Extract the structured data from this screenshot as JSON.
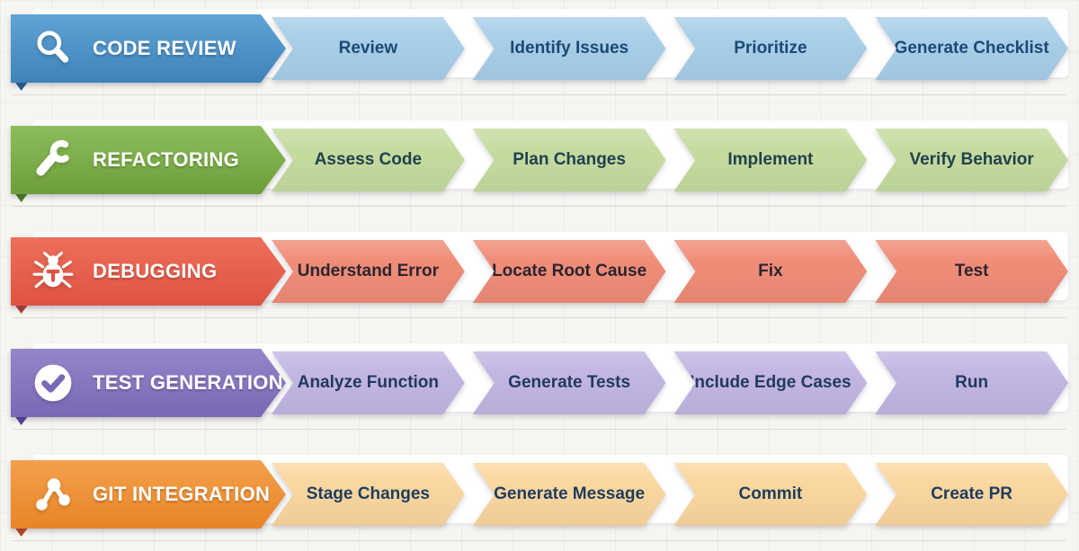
{
  "canvas": {
    "background": "#f7f5f1",
    "grid_line_color": "#e7e9ee",
    "divider_color": "#dbdad6",
    "backplate_color": "#ffffff"
  },
  "rows": [
    {
      "title": "CODE REVIEW",
      "icon": "search-icon",
      "colors": {
        "header_top": "#60a3d6",
        "header_bottom": "#3e82b8",
        "fold": "#275e8e",
        "step_bg": "#a9cfe9",
        "step_text": "#1a4a75"
      },
      "steps": [
        "Review",
        "Identify Issues",
        "Prioritize",
        "Generate Checklist"
      ]
    },
    {
      "title": "REFACTORING",
      "icon": "wrench-icon",
      "colors": {
        "header_top": "#8dbd5a",
        "header_bottom": "#6d9e3a",
        "fold": "#4c7b27",
        "step_bg": "#c6dc9f",
        "step_text": "#21414f"
      },
      "steps": [
        "Assess Code",
        "Plan Changes",
        "Implement",
        "Verify Behavior"
      ]
    },
    {
      "title": "DEBUGGING",
      "icon": "bug-icon",
      "colors": {
        "header_top": "#ed6f5b",
        "header_bottom": "#e05242",
        "fold": "#b23a2b",
        "step_bg": "#f08d78",
        "step_text": "#2d2430"
      },
      "steps": [
        "Understand Error",
        "Locate Root Cause",
        "Fix",
        "Test"
      ]
    },
    {
      "title": "TEST GENERATION",
      "icon": "check-circle-icon",
      "colors": {
        "header_top": "#9585c9",
        "header_bottom": "#7a67b5",
        "fold": "#51409a",
        "step_bg": "#c4b6e3",
        "step_text": "#203a62"
      },
      "steps": [
        "Analyze Function",
        "Generate Tests",
        "Include Edge Cases",
        "Run"
      ]
    },
    {
      "title": "GIT INTEGRATION",
      "icon": "git-branch-icon",
      "colors": {
        "header_top": "#f3a04a",
        "header_bottom": "#e98428",
        "fold": "#bf4526",
        "step_bg": "#fbd7a0",
        "step_text": "#1d3d5e"
      },
      "steps": [
        "Stage Changes",
        "Generate Message",
        "Commit",
        "Create PR"
      ]
    }
  ]
}
